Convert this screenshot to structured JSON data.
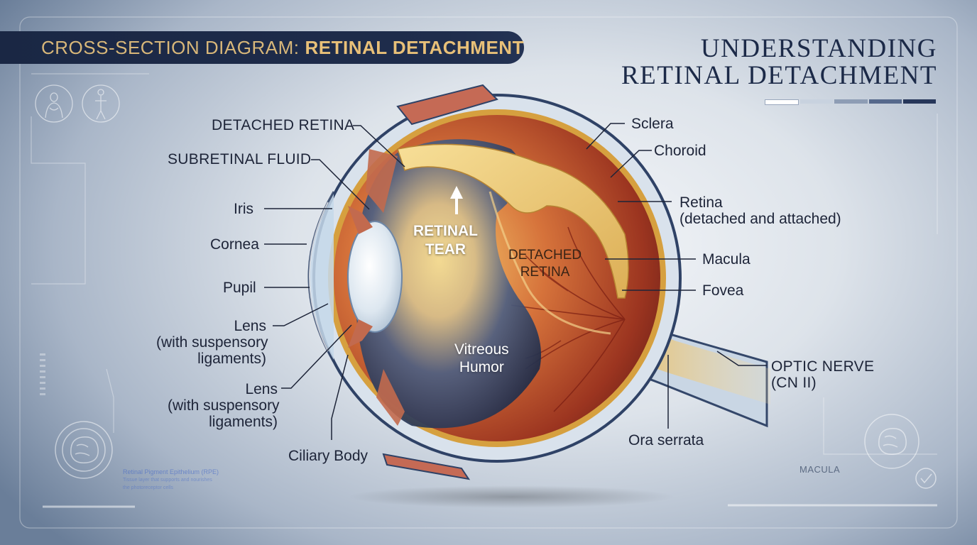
{
  "banner": {
    "prefix": "CROSS-SECTION DIAGRAM:",
    "highlight": "RETINAL DETACHMENT"
  },
  "title": {
    "line1": "UNDERSTANDING",
    "line2": "RETINAL DETACHMENT"
  },
  "labels": {
    "detached_retina_top": "DETACHED RETINA",
    "subretinal_fluid": "SUBRETINAL FLUID",
    "iris": "Iris",
    "cornea": "Cornea",
    "pupil": "Pupil",
    "lens_1": "Lens",
    "lens_1_sub1": "(with suspensory",
    "lens_1_sub2": "ligaments)",
    "lens_2": "Lens",
    "lens_2_sub1": "(with suspensory",
    "lens_2_sub2": "ligaments)",
    "ciliary_body": "Ciliary Body",
    "sclera": "Sclera",
    "choroid": "Choroid",
    "retina": "Retina",
    "retina_sub": "(detached and attached)",
    "macula": "Macula",
    "fovea": "Fovea",
    "optic_nerve": "OPTIC NERVE",
    "optic_nerve_sub": "(CN II)",
    "ora_serrata": "Ora serrata"
  },
  "inner_labels": {
    "tear_1": "RETINAL",
    "tear_2": "TEAR",
    "detached_1": "DETACHED",
    "detached_2": "RETINA",
    "vitreous_1": "Vitreous",
    "vitreous_2": "Humor"
  },
  "decor": {
    "macula_caption": "MACULA",
    "rpe_caption": "Retinal Pigment Epithelium (RPE)",
    "rpe_sub1": "Tissue layer that supports and nourishes",
    "rpe_sub2": "the photoreceptor cells"
  },
  "colors": {
    "banner_bg": "#1a2744",
    "banner_text": "#d8b779",
    "title": "#1c2a48",
    "sclera": "#d9e2ec",
    "choroid": "#d6a03f",
    "retina_detached": "#e9c56b",
    "vitreous_dark": "#2b3c5e",
    "fundus_warm": "#b8452a",
    "label_text": "#1d2438"
  },
  "icons": [
    "body-outline-icon",
    "human-figure-icon",
    "brain-icon",
    "checkmark-icon"
  ]
}
